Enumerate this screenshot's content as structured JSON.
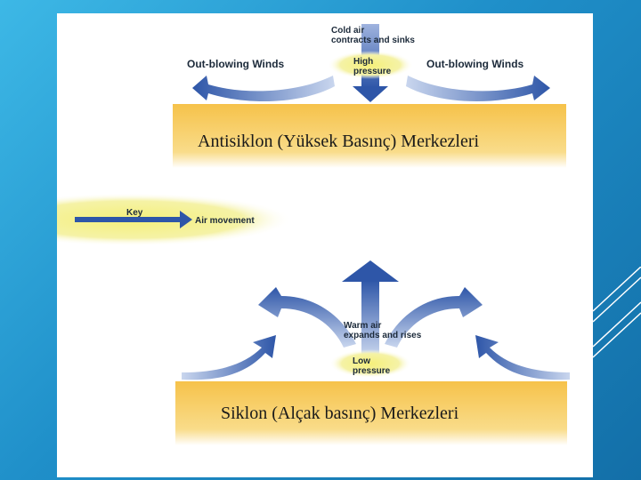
{
  "top": {
    "cold_air_line1": "Cold air",
    "cold_air_line2": "contracts and sinks",
    "high_pressure_line1": "High",
    "high_pressure_line2": "pressure",
    "left_winds": "Out-blowing Winds",
    "right_winds": "Out-blowing Winds",
    "caption": "Antisiklon (Yüksek Basınç) Merkezleri"
  },
  "key": {
    "title": "Key",
    "label": "Air movement"
  },
  "bottom": {
    "warm_air_line1": "Warm air",
    "warm_air_line2": "expands and rises",
    "low_pressure_line1": "Low",
    "low_pressure_line2": "pressure",
    "caption": "Siklon (Alçak basınç) Merkezleri"
  },
  "colors": {
    "arrow": "#2e56a8",
    "band": "#f6c95a",
    "ellipse": "#f2f08a",
    "background": "#1f8fc9"
  }
}
